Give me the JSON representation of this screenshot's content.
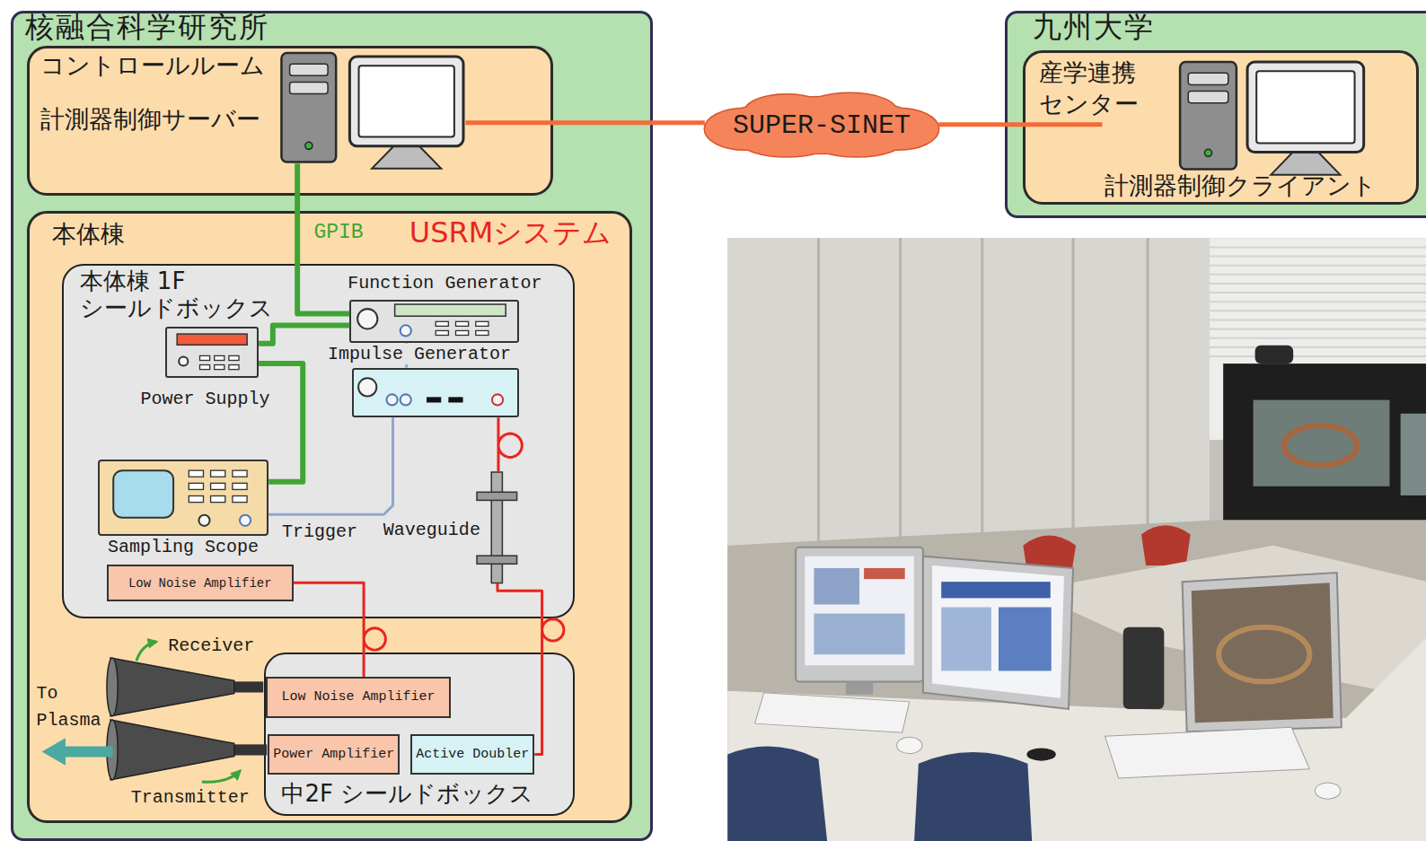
{
  "diagram": {
    "nodes": [
      {
        "text": [
          "核融合科学研究所"
        ]
      },
      {
        "text": [
          "コントロールルーム"
        ],
        "in": 0
      },
      {
        "text": [
          "計測器制御サーバー"
        ],
        "in": 1
      },
      {
        "text": [
          "SUPER-SINET"
        ]
      },
      {
        "text": [
          "九州大学"
        ]
      },
      {
        "text": [
          "産学連携 センター"
        ],
        "in": 4
      },
      {
        "text": [
          "計測器制御クライアント"
        ],
        "in": 5
      },
      {
        "text": [
          "本体棟",
          "USRMシステム"
        ],
        "in": 0
      },
      {
        "text": [
          "本体棟 1F シールドボックス"
        ],
        "in": 7
      },
      {
        "text": [
          "Function Generator"
        ],
        "in": 8
      },
      {
        "text": [
          "Power Supply"
        ],
        "in": 8
      },
      {
        "text": [
          "Impulse Generator"
        ],
        "in": 8
      },
      {
        "text": [
          "Sampling Scope"
        ],
        "in": 8
      },
      {
        "text": [
          "Waveguide"
        ],
        "in": 8
      },
      {
        "text": [
          "Low Noise Amplifier"
        ],
        "in": 8
      },
      {
        "text": [
          "中2F シールドボックス"
        ],
        "in": 7
      },
      {
        "text": [
          "Low Noise Amplifier"
        ],
        "in": 15
      },
      {
        "text": [
          "Power Amplifier"
        ],
        "in": 15
      },
      {
        "text": [
          "Active Doubler"
        ],
        "in": 15
      },
      {
        "text": [
          "Receiver"
        ],
        "in": 7
      },
      {
        "text": [
          "Transmitter"
        ],
        "in": 7
      }
    ],
    "edges": [
      {
        "from": 2,
        "to": 3,
        "arrow": "none"
      },
      {
        "from": 3,
        "to": 6,
        "arrow": "none"
      },
      {
        "from": 2,
        "to": 9,
        "arrow": "none",
        "label": "GPIB"
      },
      {
        "from": 9,
        "to": 10,
        "arrow": "none"
      },
      {
        "from": 10,
        "to": 12,
        "arrow": "none"
      },
      {
        "from": 9,
        "to": 11,
        "arrow": "none"
      },
      {
        "from": 11,
        "to": 12,
        "arrow": "none"
      },
      {
        "from": 11,
        "to": 13,
        "arrow": "none"
      },
      {
        "from": 13,
        "to": 18,
        "arrow": "none"
      },
      {
        "from": 16,
        "to": 14,
        "arrow": "none"
      }
    ],
    "labels": [
      "Trigger",
      "To Plasma"
    ]
  }
}
